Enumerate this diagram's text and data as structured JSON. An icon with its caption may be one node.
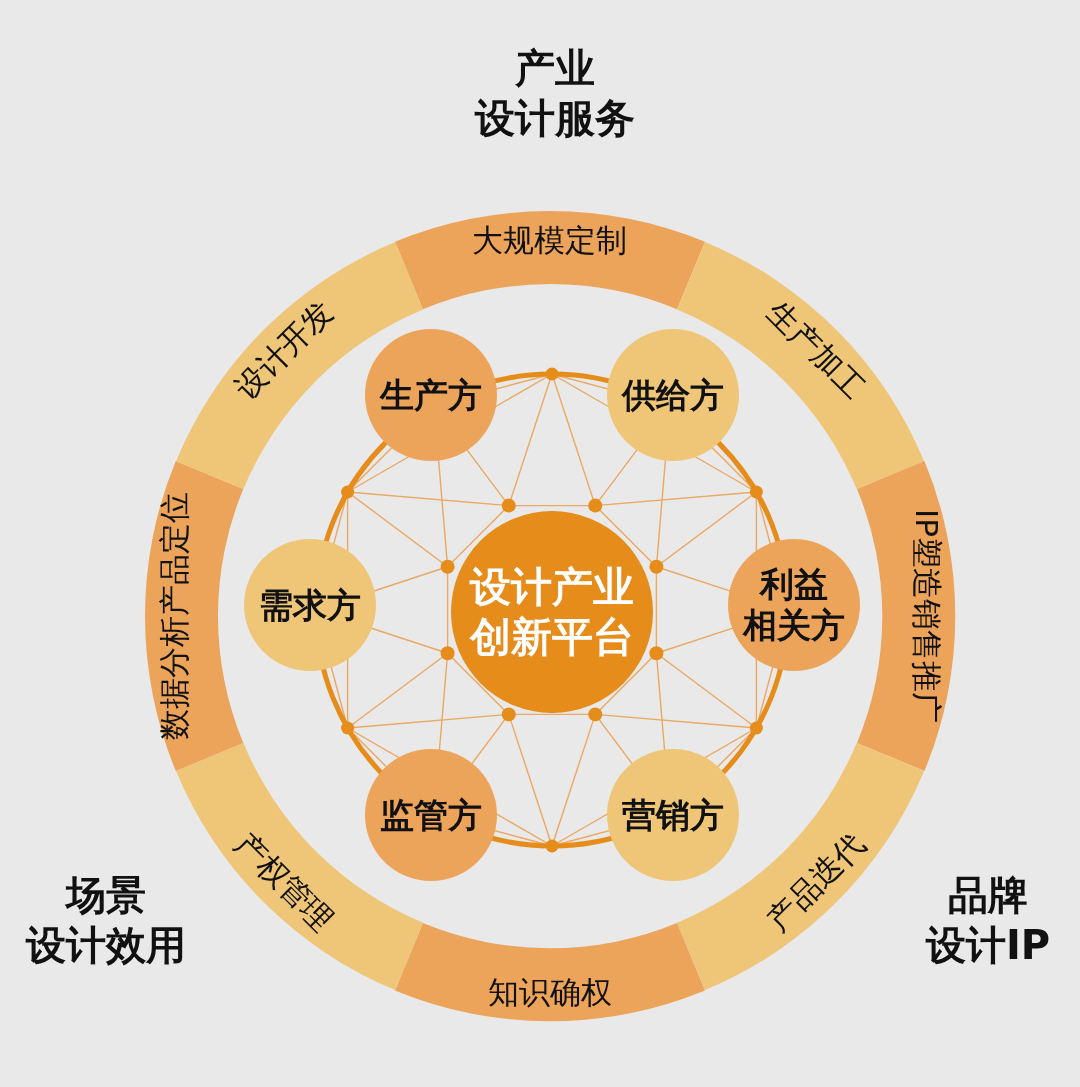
{
  "diagram": {
    "nodes": [
      {
        "text": [
          "大规模定制"
        ]
      },
      {
        "text": [
          "生产加工"
        ]
      },
      {
        "text": [
          "IP塑造销售推广"
        ]
      },
      {
        "text": [
          "产品迭代"
        ]
      },
      {
        "text": [
          "知识确权"
        ]
      },
      {
        "text": [
          "产权管理"
        ]
      },
      {
        "text": [
          "数据分析产品定位"
        ]
      },
      {
        "text": [
          "设计开发"
        ]
      },
      {
        "text": [
          "生产方"
        ]
      },
      {
        "text": [
          "供给方"
        ]
      },
      {
        "text": [
          "需求方"
        ]
      },
      {
        "text": [
          "设计产业创新平台"
        ]
      },
      {
        "text": [
          "利益相关方"
        ]
      },
      {
        "text": [
          "监管方"
        ]
      },
      {
        "text": [
          "营销方"
        ]
      }
    ],
    "labels": [
      "产业",
      "设计服务",
      "场景",
      "设计效用",
      "品牌",
      "设计IP"
    ]
  }
}
